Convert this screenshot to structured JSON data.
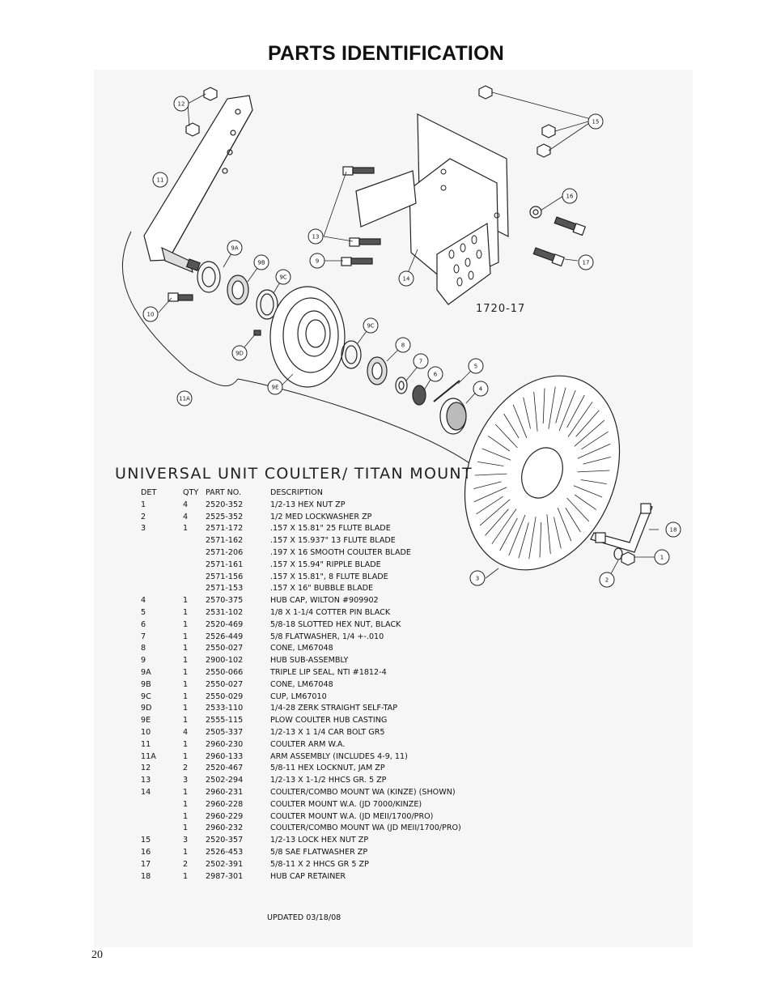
{
  "page": {
    "title": "PARTS IDENTIFICATION",
    "page_number": "20"
  },
  "figure": {
    "drawing_id": "1720-17",
    "assembly_title": "UNIVERSAL UNIT COULTER/ TITAN MOUNT",
    "updated": "UPDATED 03/18/08",
    "callouts": {
      "c12": "12",
      "c11": "11",
      "c15": "15",
      "c16": "16",
      "c13": "13",
      "c9": "9",
      "c14": "14",
      "c17": "17",
      "c9a": "9A",
      "c9b": "9B",
      "c9c": "9C",
      "c10": "10",
      "c9c2": "9C",
      "c8": "8",
      "c9d": "9D",
      "c7": "7",
      "c5": "5",
      "c6": "6",
      "c9e": "9E",
      "c4": "4",
      "c11a": "11A",
      "c18": "18",
      "c1": "1",
      "c2": "2",
      "c3": "3"
    }
  },
  "parts_table": {
    "headers": {
      "det": "DET",
      "qty": "QTY",
      "part": "PART NO.",
      "desc": "DESCRIPTION"
    },
    "rows": [
      {
        "det": "1",
        "qty": "4",
        "part": "2520-352",
        "desc": "1/2-13 HEX NUT ZP"
      },
      {
        "det": "2",
        "qty": "4",
        "part": "2525-352",
        "desc": "1/2 MED LOCKWASHER ZP"
      },
      {
        "det": "3",
        "qty": "1",
        "part": "2571-172",
        "desc": ".157 X 15.81\" 25 FLUTE BLADE"
      },
      {
        "det": "",
        "qty": "",
        "part": "2571-162",
        "desc": ".157 X 15.937\" 13 FLUTE BLADE"
      },
      {
        "det": "",
        "qty": "",
        "part": "2571-206",
        "desc": ".197 X 16 SMOOTH COULTER BLADE"
      },
      {
        "det": "",
        "qty": "",
        "part": "2571-161",
        "desc": ".157 X 15.94\" RIPPLE BLADE"
      },
      {
        "det": "",
        "qty": "",
        "part": "2571-156",
        "desc": ".157 X 15.81\", 8 FLUTE BLADE"
      },
      {
        "det": "",
        "qty": "",
        "part": "2571-153",
        "desc": ".157 X 16\" BUBBLE BLADE"
      },
      {
        "det": "4",
        "qty": "1",
        "part": "2570-375",
        "desc": "HUB CAP, WILTON #909902"
      },
      {
        "det": "5",
        "qty": "1",
        "part": "2531-102",
        "desc": "1/8 X 1-1/4 COTTER PIN  BLACK"
      },
      {
        "det": "6",
        "qty": "1",
        "part": "2520-469",
        "desc": "5/8-18 SLOTTED HEX NUT, BLACK"
      },
      {
        "det": "7",
        "qty": "1",
        "part": "2526-449",
        "desc": "5/8 FLATWASHER, 1/4 +-.010"
      },
      {
        "det": "8",
        "qty": "1",
        "part": "2550-027",
        "desc": "CONE, LM67048"
      },
      {
        "det": "9",
        "qty": "1",
        "part": "2900-102",
        "desc": "HUB SUB-ASSEMBLY"
      },
      {
        "det": "9A",
        "qty": "1",
        "part": "2550-066",
        "desc": "TRIPLE LIP SEAL, NTI #1812-4"
      },
      {
        "det": "9B",
        "qty": "1",
        "part": "2550-027",
        "desc": "CONE, LM67048"
      },
      {
        "det": "9C",
        "qty": "1",
        "part": "2550-029",
        "desc": "CUP, LM67010"
      },
      {
        "det": "9D",
        "qty": "1",
        "part": "2533-110",
        "desc": "1/4-28 ZERK STRAIGHT SELF-TAP"
      },
      {
        "det": "9E",
        "qty": "1",
        "part": "2555-115",
        "desc": "PLOW COULTER HUB CASTING"
      },
      {
        "det": "10",
        "qty": "4",
        "part": "2505-337",
        "desc": "1/2-13 X 1 1/4 CAR BOLT GR5"
      },
      {
        "det": "11",
        "qty": "1",
        "part": "2960-230",
        "desc": "COULTER ARM W.A."
      },
      {
        "det": "11A",
        "qty": "1",
        "part": "2960-133",
        "desc": "ARM ASSEMBLY (INCLUDES 4-9, 11)"
      },
      {
        "det": "12",
        "qty": "2",
        "part": "2520-467",
        "desc": "5/8-11 HEX LOCKNUT, JAM ZP"
      },
      {
        "det": "13",
        "qty": "3",
        "part": "2502-294",
        "desc": "1/2-13 X 1-1/2 HHCS GR. 5 ZP"
      },
      {
        "det": "14",
        "qty": "1",
        "part": "2960-231",
        "desc": "COULTER/COMBO MOUNT WA (KINZE) (SHOWN)"
      },
      {
        "det": "",
        "qty": "1",
        "part": "2960-228",
        "desc": "COULTER MOUNT W.A. (JD 7000/KINZE)"
      },
      {
        "det": "",
        "qty": "1",
        "part": "2960-229",
        "desc": "COULTER MOUNT W.A. (JD MEII/1700/PRO)"
      },
      {
        "det": "",
        "qty": "1",
        "part": "2960-232",
        "desc": "COULTER/COMBO MOUNT WA (JD MEII/1700/PRO)"
      },
      {
        "det": "15",
        "qty": "3",
        "part": "2520-357",
        "desc": "1/2-13 LOCK HEX NUT ZP"
      },
      {
        "det": "16",
        "qty": "1",
        "part": "2526-453",
        "desc": "5/8 SAE FLATWASHER  ZP"
      },
      {
        "det": "17",
        "qty": "2",
        "part": "2502-391",
        "desc": "5/8-11 X 2 HHCS GR 5 ZP"
      },
      {
        "det": "18",
        "qty": "1",
        "part": "2987-301",
        "desc": "HUB CAP RETAINER"
      }
    ]
  }
}
